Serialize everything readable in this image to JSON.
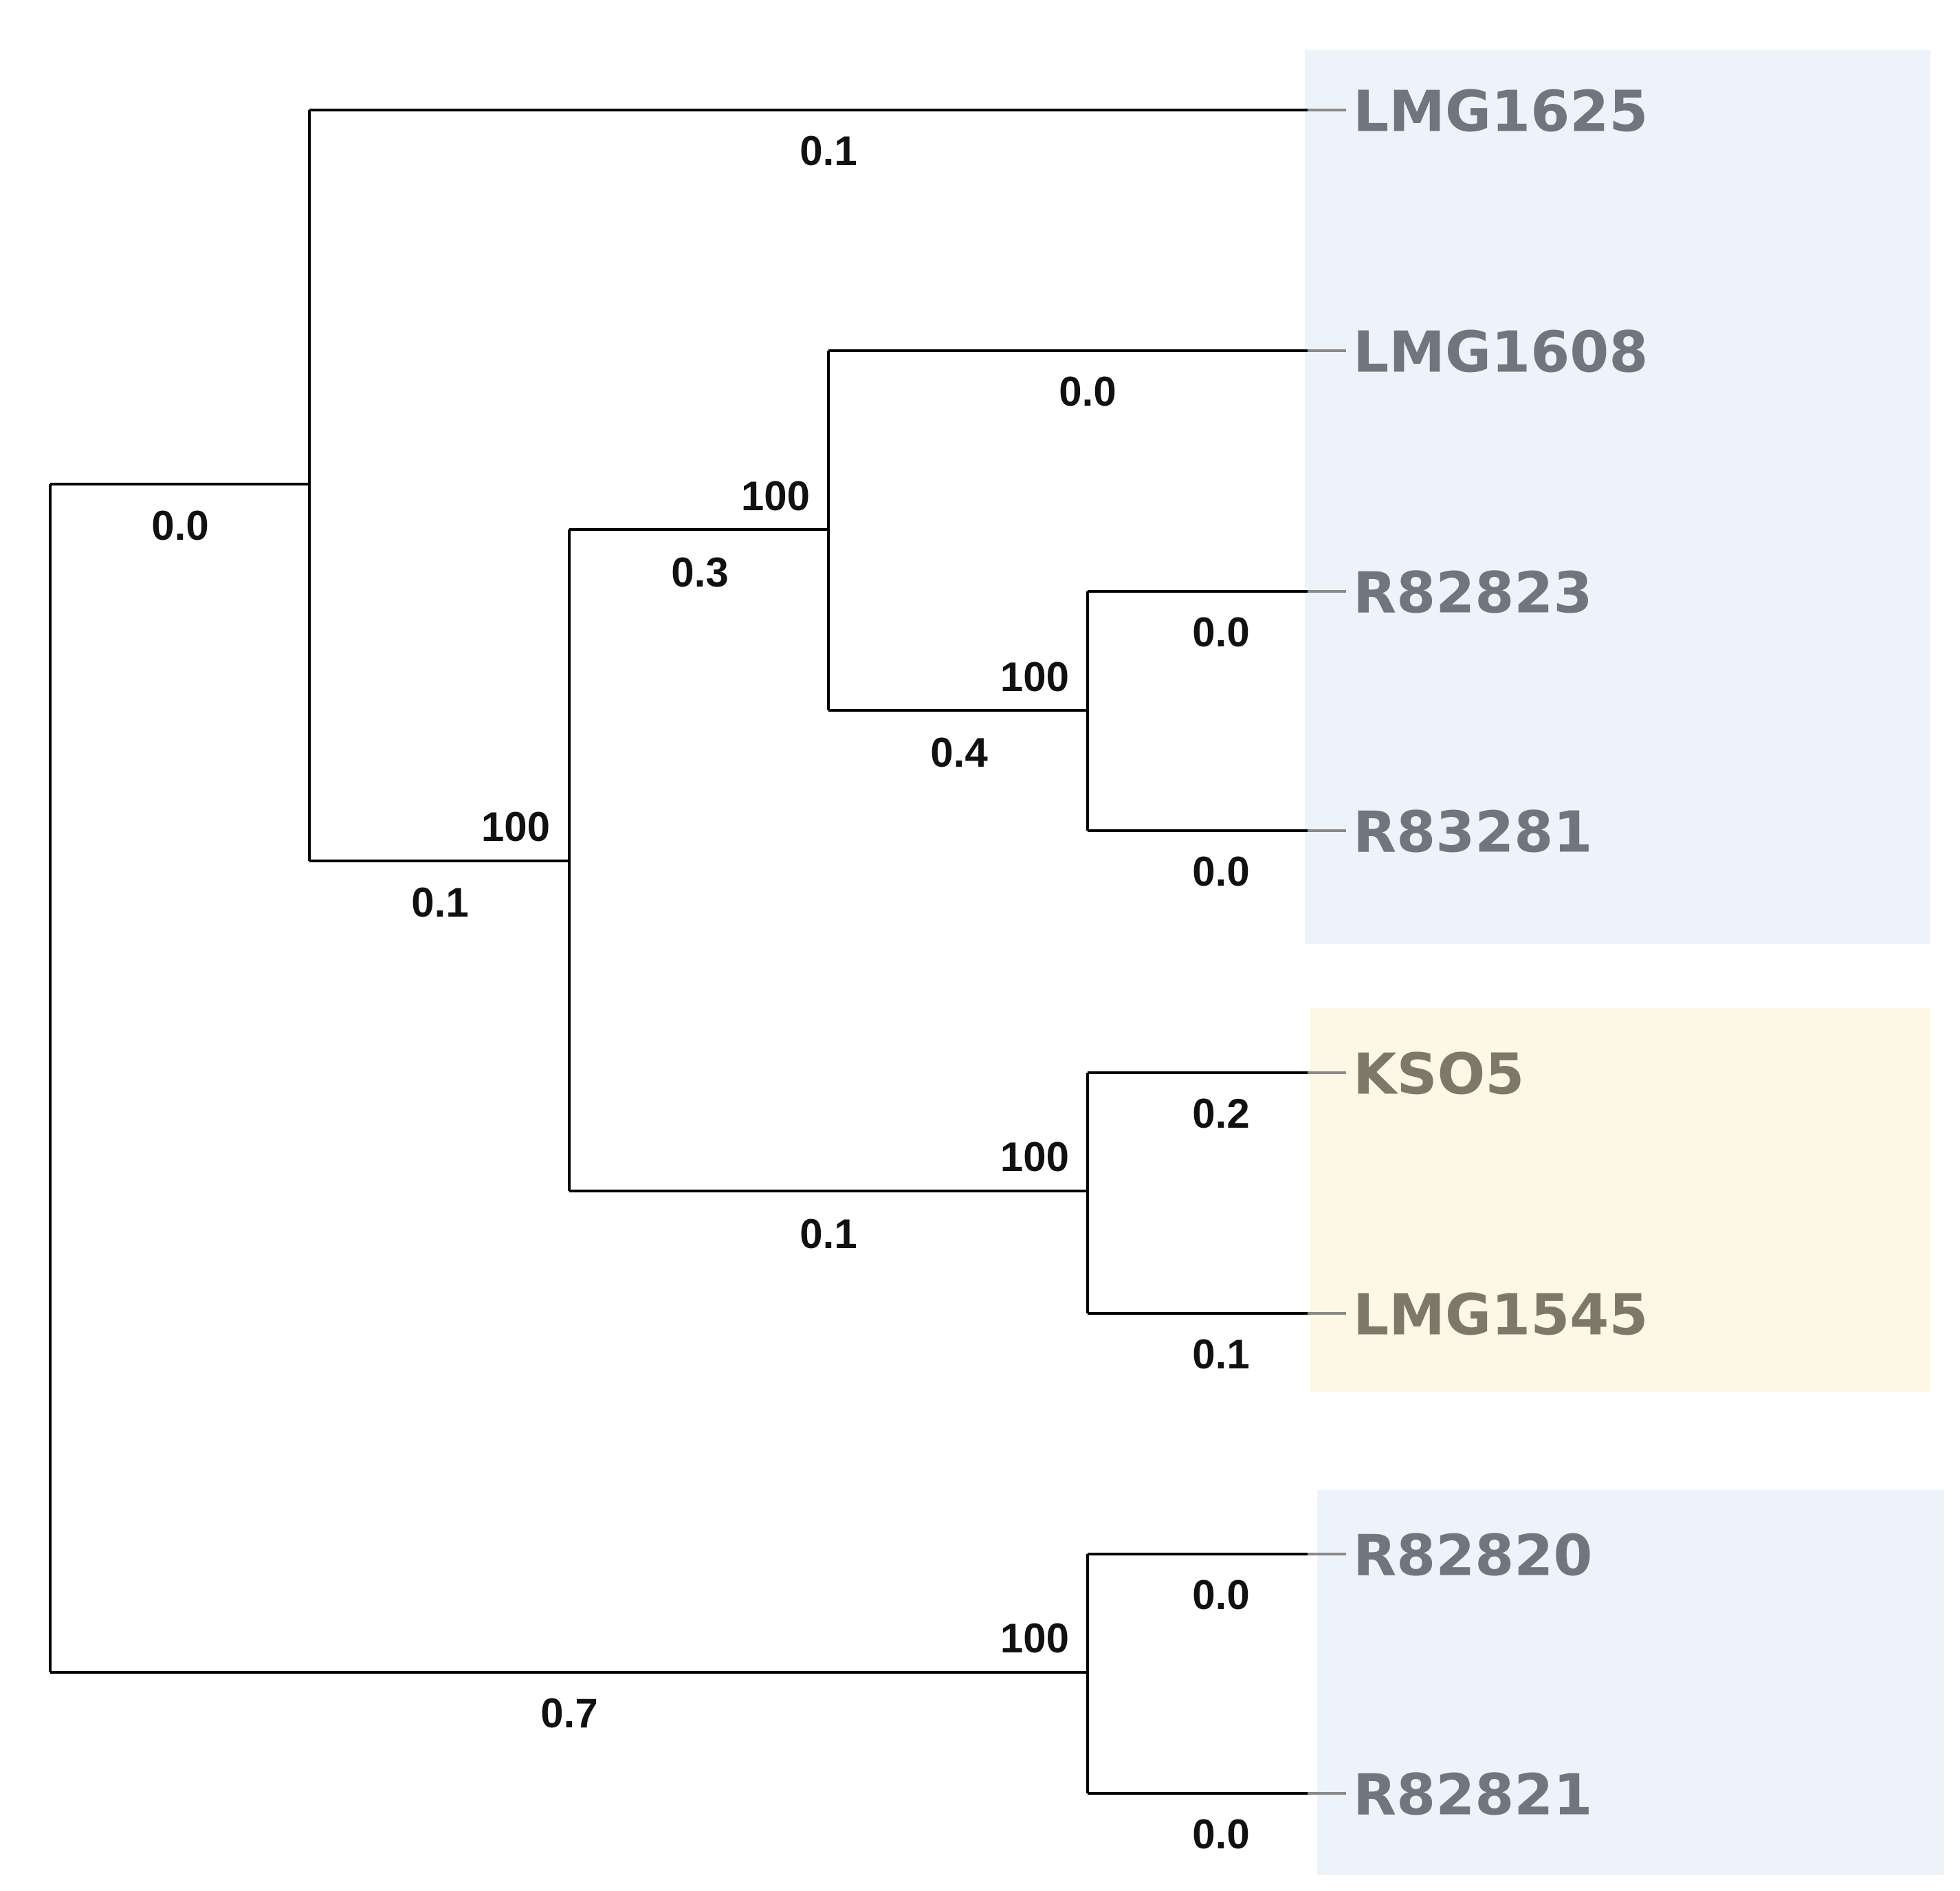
{
  "tree": {
    "clades": [
      {
        "name": "blue-clade-1",
        "color": "#edf3fa",
        "leaves": [
          "LMG1625",
          "LMG1608",
          "R82823",
          "R83281"
        ]
      },
      {
        "name": "yellow-clade",
        "color": "#fdf7e6",
        "leaves": [
          "KSO5",
          "LMG1545"
        ]
      },
      {
        "name": "blue-clade-2",
        "color": "#edf3fa",
        "leaves": [
          "R82820",
          "R82821"
        ]
      }
    ],
    "leaves": [
      {
        "id": "leaf-lmg1625",
        "label": "LMG1625",
        "branch_length": "0.1",
        "color": "#6f7680"
      },
      {
        "id": "leaf-lmg1608",
        "label": "LMG1608",
        "branch_length": "0.0",
        "color": "#6f7680"
      },
      {
        "id": "leaf-r82823",
        "label": "R82823",
        "branch_length": "0.0",
        "color": "#6f7680"
      },
      {
        "id": "leaf-r83281",
        "label": "R83281",
        "branch_length": "0.0",
        "color": "#6f7680"
      },
      {
        "id": "leaf-kso5",
        "label": "KSO5",
        "branch_length": "0.2",
        "color": "#7d7868"
      },
      {
        "id": "leaf-lmg1545",
        "label": "LMG1545",
        "branch_length": "0.1",
        "color": "#7d7868"
      },
      {
        "id": "leaf-r82820",
        "label": "R82820",
        "branch_length": "0.0",
        "color": "#6f7680"
      },
      {
        "id": "leaf-r82821",
        "label": "R82821",
        "branch_length": "0.0",
        "color": "#6f7680"
      }
    ],
    "internal_nodes": [
      {
        "id": "node-upper",
        "support": "",
        "branch_length": "0.0"
      },
      {
        "id": "node-inner",
        "support": "100",
        "branch_length": "0.1"
      },
      {
        "id": "node-a",
        "support": "100",
        "branch_length": "0.3"
      },
      {
        "id": "node-r-pair",
        "support": "100",
        "branch_length": "0.4"
      },
      {
        "id": "node-kso-pair",
        "support": "100",
        "branch_length": "0.1"
      },
      {
        "id": "node-bottom-pair",
        "support": "100",
        "branch_length": "0.7"
      }
    ]
  }
}
